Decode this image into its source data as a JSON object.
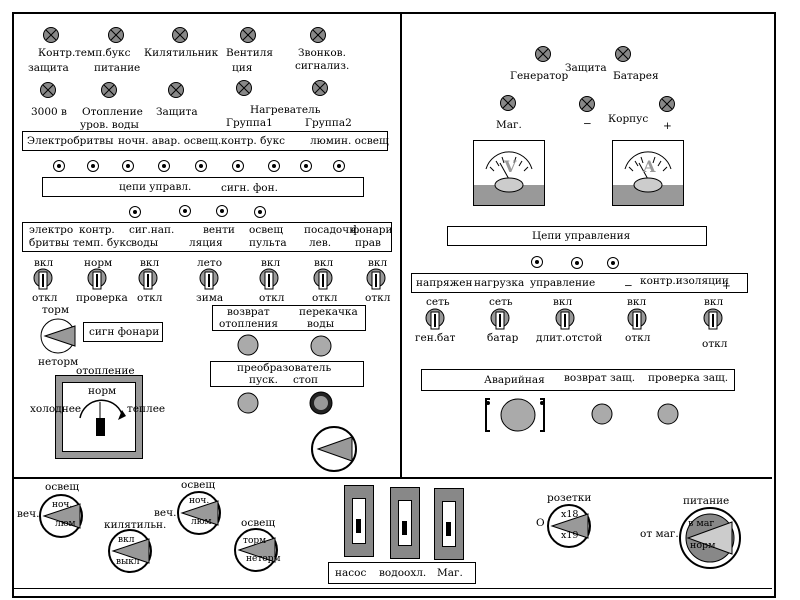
{
  "left_panel": {
    "lamp_labels": [
      "Контр.",
      "защита",
      "темп.букс",
      "питание",
      "Килятильник",
      "Вентиля",
      "ция",
      "Звонков.",
      "сигнализ.",
      "3000 в",
      "Отопление",
      "уров. воды",
      "Защита",
      "Нагреватель",
      "Группа1",
      "Группа2"
    ],
    "bar1": [
      "Электробритвы",
      "ночн. авар. освещ.",
      "контр. букс",
      "люмин. освещ"
    ],
    "bar2": [
      "цепи управл.",
      "сигн. фон."
    ],
    "bar3": [
      "электро",
      "бритвы",
      "контр.",
      "темп. букс",
      "сиг.нап.",
      "воды",
      "венти",
      "ляция",
      "освещ",
      "пульта",
      "посадочн.",
      "лев.",
      "фонари",
      "прав"
    ],
    "toggle_labels": [
      "вкл",
      "откл",
      "норм",
      "проверка",
      "вкл",
      "откл",
      "лето",
      "зима",
      "вкл",
      "откл",
      "вкл",
      "откл",
      "вкл",
      "откл"
    ],
    "lever": {
      "top": "торм",
      "bottom": "неторм"
    },
    "signal_lights_box": "сигн фонари",
    "box_return": [
      "возврат",
      "отопления",
      "перекачка",
      "воды"
    ],
    "box_converter": [
      "преобразователь",
      "пуск.",
      "стоп"
    ],
    "heating": {
      "title": "отопление",
      "norm": "норм",
      "cold": "холоднее",
      "warm": "теплее"
    }
  },
  "right_panel": {
    "lamps": [
      "Генератор",
      "Защита",
      "Батарея",
      "Маг.",
      "−",
      "Корпус",
      "+"
    ],
    "meters": [
      {
        "symbol": "V"
      },
      {
        "symbol": "A"
      }
    ],
    "control_circuits": "Цепи управления",
    "bar_labels": [
      "напряжен",
      "нагрузка",
      "управление",
      "−",
      "контр.изоляции",
      "+"
    ],
    "toggles": [
      "сеть",
      "ген.бат",
      "сеть",
      "батар",
      "вкл",
      "длит.отстой",
      "вкл",
      "откл",
      "вкл",
      "откл"
    ],
    "emergency": [
      "Аварийная",
      "возврат защ.",
      "проверка защ."
    ]
  },
  "bottom_panel": {
    "rotary_left": [
      "освещ",
      "веч.",
      "ноч.",
      "люм"
    ],
    "rotary_boiler": [
      "килятильн.",
      "вкл",
      "выкл"
    ],
    "rotary_mid": [
      "освещ",
      "веч.",
      "ноч.",
      "люм"
    ],
    "rotary_brake": [
      "освещ",
      "торм",
      "неторм"
    ],
    "switches": [
      "насос",
      "водоохл.",
      "Маг."
    ],
    "sockets": [
      "розетки",
      "О",
      "x18",
      "x19"
    ],
    "power": [
      "питание",
      "от маг.",
      "в маг",
      "норм"
    ]
  }
}
